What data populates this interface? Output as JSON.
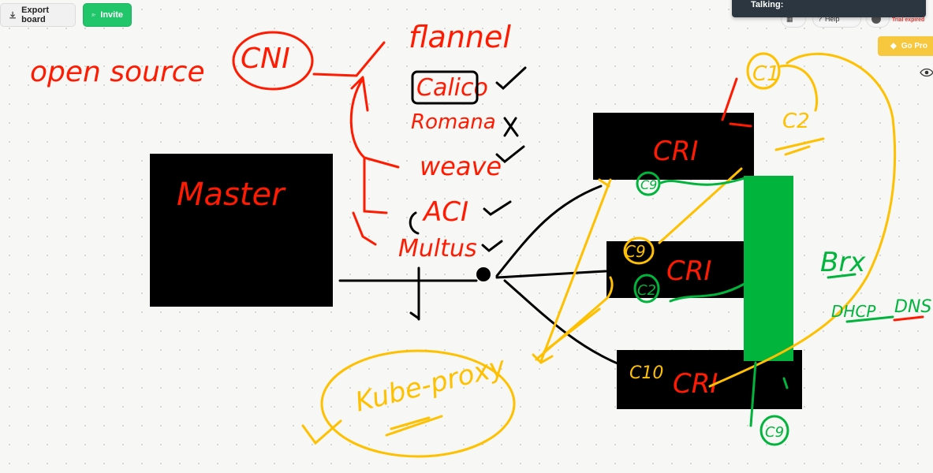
{
  "toolbar": {
    "export_label": "Export board",
    "invite_label": "Invite"
  },
  "meeting": {
    "talking_label": "Talking:"
  },
  "header_right": {
    "help_label": "Help",
    "trial_label": "Trial expired",
    "go_pro_label": "Go Pro"
  },
  "colors": {
    "accent_green": "#21c66b",
    "pro_yellow": "#f7c83e",
    "ink_red": "#ff1a00",
    "ink_black": "#000000",
    "ink_yellow": "#ffc000",
    "ink_green": "#00b43c"
  },
  "board": {
    "open_source": "open source",
    "cni": "CNI",
    "plugins": [
      "flannel",
      "Calico",
      "Romana",
      "weave",
      "ACI",
      "Multus"
    ],
    "master": "Master",
    "cri_1": "CRI",
    "cri_2": "CRI",
    "cri_3": "CRI",
    "c1": "C1",
    "c2": "C2",
    "c9": "C9",
    "c10": "C10",
    "c2_green": "C2",
    "cg_green": "C9",
    "c9_green": "C9",
    "kube_proxy": "Kube-proxy",
    "brx": "Brx",
    "dhcp": "DHCP",
    "dns": "DNS",
    "marks": [
      "✓",
      "✗",
      "✓",
      "✓",
      "✓"
    ]
  }
}
